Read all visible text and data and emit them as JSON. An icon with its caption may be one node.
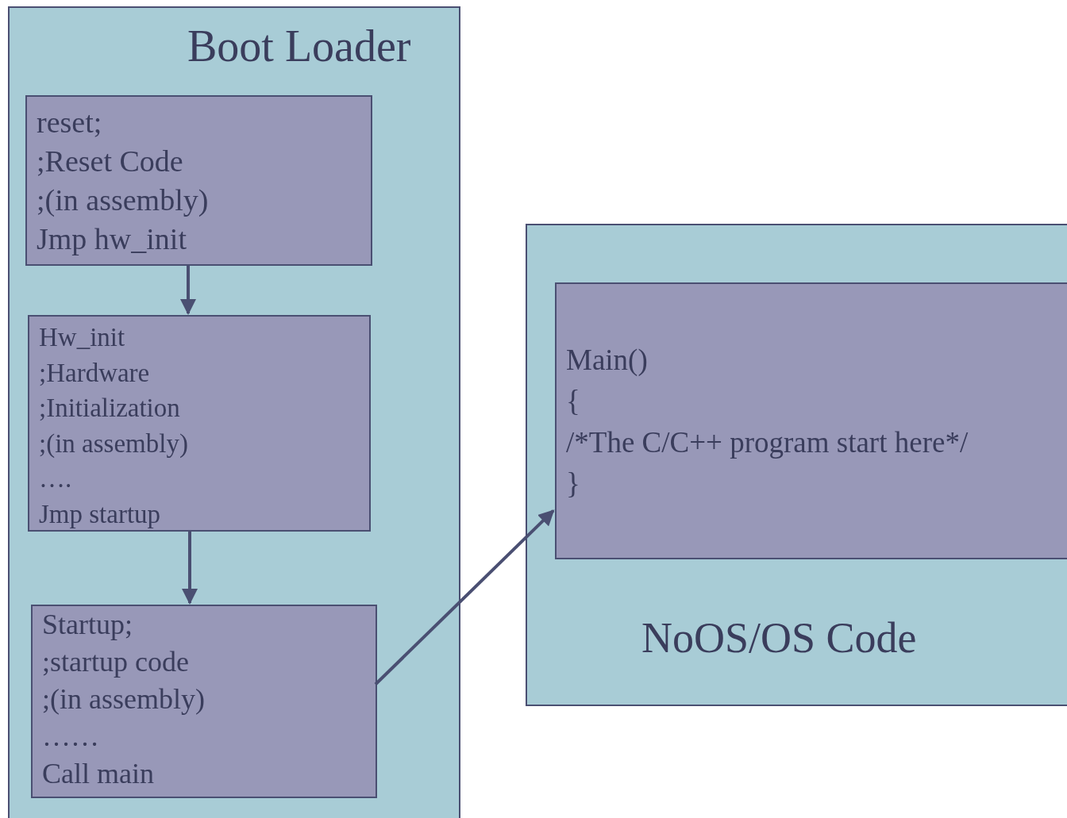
{
  "diagram": {
    "nodes": [
      {
        "text": [
          "Boot Loader"
        ]
      },
      {
        "text": [
          "reset;",
          ";Reset Code",
          ";(in assembly)",
          "Jmp hw_init"
        ],
        "in": 0
      },
      {
        "text": [
          "Hw_init",
          ";Hardware",
          ";Initialization",
          ";(in assembly)",
          "….",
          "Jmp startup"
        ],
        "in": 0
      },
      {
        "text": [
          "Startup;",
          ";startup code",
          ";(in assembly)",
          "……",
          "Call main"
        ],
        "in": 0
      },
      {
        "text": [
          "NoOS/OS Code"
        ]
      },
      {
        "text": [
          "Main()",
          "{",
          "/*The C/C++ program start here*/",
          "}"
        ],
        "in": 4
      }
    ],
    "edges": [
      {
        "from": 1,
        "to": 2,
        "arrow": "to"
      },
      {
        "from": 2,
        "to": 3,
        "arrow": "to"
      },
      {
        "from": 3,
        "to": 5,
        "arrow": "to"
      }
    ]
  }
}
